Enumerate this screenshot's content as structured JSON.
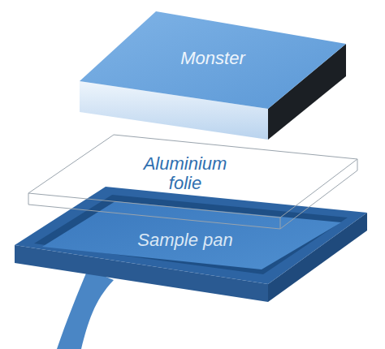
{
  "diagram": {
    "nodes": [
      {
        "text": [
          "Monster"
        ]
      },
      {
        "text": [
          "Aluminium folie"
        ]
      },
      {
        "text": [
          "Sample pan"
        ]
      }
    ]
  }
}
